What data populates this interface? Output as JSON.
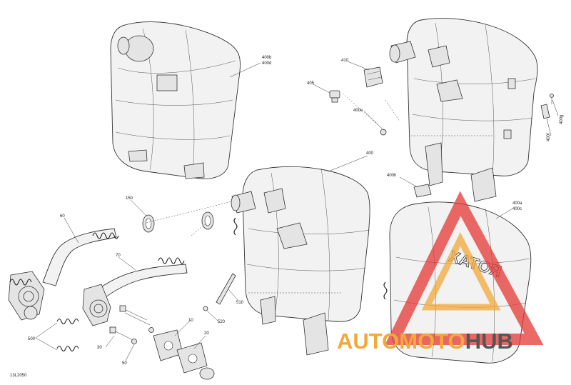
{
  "diagram": {
    "drawing_code": "13L2050",
    "callouts": {
      "c60": "60",
      "c70": "70",
      "c150": "150",
      "c400": "400",
      "c400a": "400a",
      "c400b": "400b",
      "c400c": "400c",
      "c400d": "400d",
      "c400e": "400e",
      "c400f": "400f",
      "c400g": "400g",
      "c400h": "400h",
      "c405": "405",
      "c410": "410",
      "c500": "500",
      "c510": "510",
      "c520": "520",
      "c10": "10",
      "c20": "20",
      "c30": "30",
      "c50": "50"
    },
    "cover_logo_text": "ROTAX"
  },
  "watermark": {
    "word_part1": "AUTO",
    "word_part2": "MOTO",
    "word_part3": "HUB",
    "color_primary": "#f2a93b",
    "color_secondary": "#e53935",
    "color_dark": "#555555"
  }
}
